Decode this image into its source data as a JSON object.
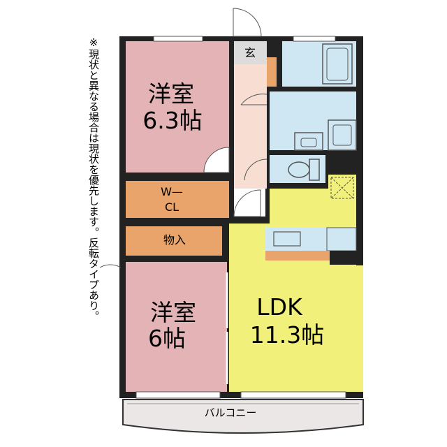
{
  "note": "※現状と異なる場合は現状を優先します。反転タイプあり。",
  "rooms": {
    "western1": {
      "name": "洋室",
      "size": "6.3帖"
    },
    "wic": {
      "line1": "W—",
      "line2": "CL"
    },
    "storage": {
      "name": "物入"
    },
    "western2": {
      "name": "洋室",
      "size": "6帖"
    },
    "ldk": {
      "name": "LDK",
      "size": "11.3帖"
    },
    "entrance": {
      "name": "玄"
    },
    "balcony": {
      "name": "バルコニー"
    }
  },
  "colors": {
    "western": "#e3b3b6",
    "closet": "#e8a46a",
    "ldk": "#f0f07a",
    "water": "#cfe7f3",
    "hall": "#f7ddd2",
    "entrance": "#dcdcdc",
    "balcony": "#ebe7e7",
    "wall": "#222222"
  }
}
